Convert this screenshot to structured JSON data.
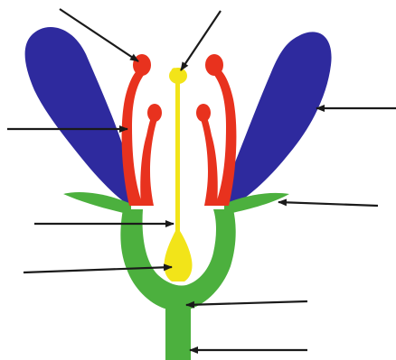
{
  "diagram": {
    "colors": {
      "background": "#ffffff",
      "petal": "#2e2a9e",
      "stamen": "#e8321e",
      "pistil": "#f2e419",
      "stem_and_sepal": "#4cb03e",
      "pointer": "#1a1a1a"
    },
    "parts": [
      "petal-left",
      "petal-right",
      "stamen-outer-left",
      "stamen-inner-left",
      "stamen-inner-right",
      "stamen-outer-right",
      "pistil",
      "receptacle",
      "sepal-left",
      "sepal-right",
      "stem"
    ],
    "pointer_count": 9,
    "labels": []
  }
}
